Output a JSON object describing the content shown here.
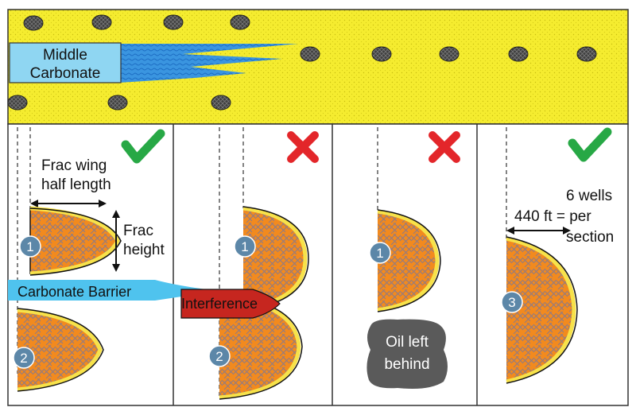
{
  "top_section": {
    "label_line1": "Middle",
    "label_line2": "Carbonate"
  },
  "panel_1": {
    "status": "check",
    "frac_wing_line1": "Frac wing",
    "frac_wing_line2": "half length",
    "frac_height_line1": "Frac",
    "frac_height_line2": "height",
    "well_upper": "1",
    "well_lower": "2",
    "barrier_label": "Carbonate Barrier"
  },
  "panel_2": {
    "status": "cross",
    "well_upper": "1",
    "well_lower": "2",
    "interference_label": "Interference"
  },
  "panel_3": {
    "status": "cross",
    "well": "1",
    "oil_line1": "Oil left",
    "oil_line2": "behind"
  },
  "panel_4": {
    "status": "check",
    "spacing_label": "440 ft = per",
    "wells_line1": "6 wells",
    "wells_line3": "section",
    "well": "3"
  },
  "colors": {
    "formation_yellow": "#f5ec2f",
    "frac_orange": "#f28a1e",
    "frac_rim": "#f7e24a",
    "barrier_blue": "#4fc3ee",
    "interference_red": "#c6261f",
    "check_green": "#27a845",
    "cross_red": "#e3262a",
    "well_circle": "#5c87a8",
    "oil_gray": "#5a5a5a"
  },
  "icons": {
    "check": "check-icon",
    "cross": "cross-icon",
    "well": "well-marker-icon"
  }
}
